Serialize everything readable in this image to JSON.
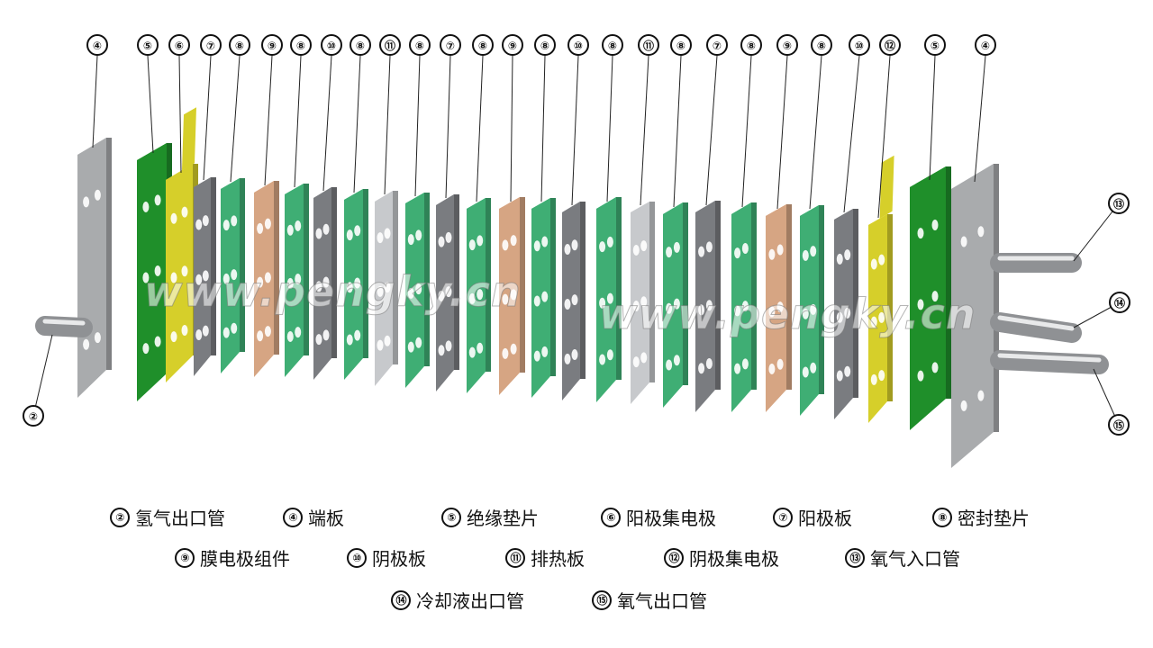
{
  "watermarks": [
    "www.pengky.cn",
    "www.pengky.cn"
  ],
  "top_callouts": [
    "④",
    "⑤",
    "⑥",
    "⑦",
    "⑧",
    "⑨",
    "⑧",
    "⑩",
    "⑧",
    "⑪",
    "⑧",
    "⑦",
    "⑧",
    "⑨",
    "⑧",
    "⑩",
    "⑧",
    "⑪",
    "⑧",
    "⑦",
    "⑧",
    "⑨",
    "⑧",
    "⑩",
    "⑫",
    "⑤",
    "④"
  ],
  "side_callouts": {
    "left": "②",
    "right_top": "⑬",
    "right_mid": "⑭",
    "right_bottom": "⑮"
  },
  "legend": [
    {
      "num": "②",
      "label": "氢气出口管"
    },
    {
      "num": "④",
      "label": "端板"
    },
    {
      "num": "⑤",
      "label": "绝缘垫片"
    },
    {
      "num": "⑥",
      "label": "阳极集电极"
    },
    {
      "num": "⑦",
      "label": "阳极板"
    },
    {
      "num": "⑧",
      "label": "密封垫片"
    },
    {
      "num": "⑨",
      "label": "膜电极组件"
    },
    {
      "num": "⑩",
      "label": "阴极板"
    },
    {
      "num": "⑪",
      "label": "排热板"
    },
    {
      "num": "⑫",
      "label": "阴极集电极"
    },
    {
      "num": "⑬",
      "label": "氧气入口管"
    },
    {
      "num": "⑭",
      "label": "冷却液出口管"
    },
    {
      "num": "⑮",
      "label": "氧气出口管"
    }
  ],
  "colors": {
    "end_plate": "#a9abad",
    "insulator": "#1f8f2a",
    "collector": "#d6cf2a",
    "plate_gray": "#7a7c80",
    "gasket": "#3fae74",
    "mea": "#d6a583",
    "heat_plate": "#c7c9cc"
  }
}
